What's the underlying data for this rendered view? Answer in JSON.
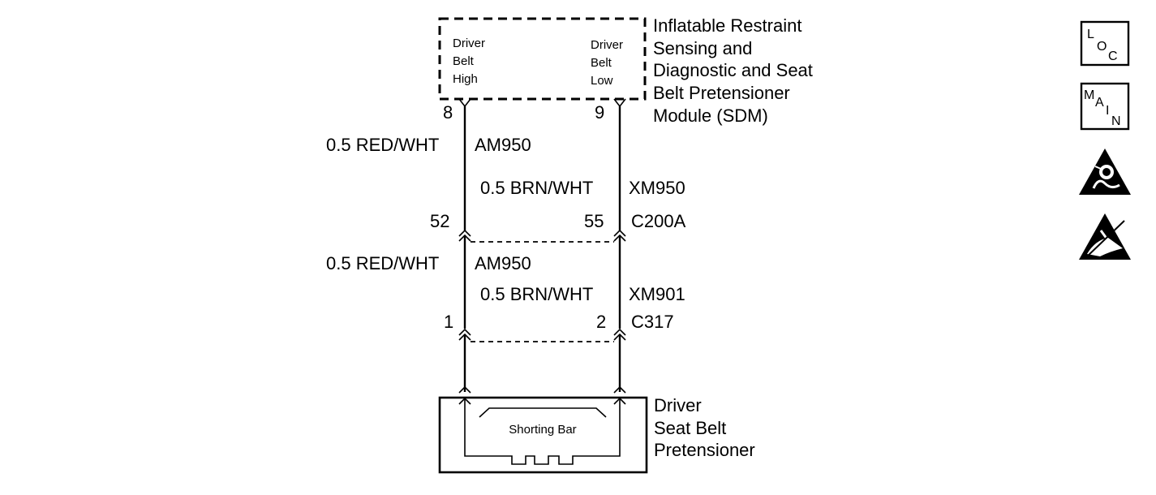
{
  "sdm": {
    "name_lines": [
      "Inflatable Restraint",
      "Sensing and",
      "Diagnostic and Seat",
      "Belt Pretensioner",
      "Module (SDM)"
    ],
    "left_circuit_lines": [
      "Driver",
      "Belt",
      "High"
    ],
    "right_circuit_lines": [
      "Driver",
      "Belt",
      "Low"
    ],
    "left_pin": "8",
    "right_pin": "9"
  },
  "wires_upper": {
    "left_wire": "0.5 RED/WHT",
    "left_circuit": "AM950",
    "right_wire": "0.5 BRN/WHT",
    "right_circuit": "XM950"
  },
  "connector_c200a": {
    "left_pin": "52",
    "right_pin": "55",
    "name": "C200A"
  },
  "wires_middle": {
    "left_wire": "0.5 RED/WHT",
    "left_circuit": "AM950",
    "right_wire": "0.5 BRN/WHT",
    "right_circuit": "XM901"
  },
  "connector_c317": {
    "left_pin": "1",
    "right_pin": "2",
    "name": "C317"
  },
  "pretensioner": {
    "name_lines": [
      "Driver",
      "Seat Belt",
      "Pretensioner"
    ],
    "shorting_bar_label": "Shorting Bar"
  },
  "side_icons": {
    "loc": {
      "letters": [
        "L",
        "O",
        "C"
      ],
      "icon": "location-view-icon"
    },
    "main": {
      "letters": [
        "M",
        "A",
        "I",
        "N"
      ],
      "icon": "main-view-icon"
    },
    "airbag_warning": {
      "icon": "airbag-warning-icon"
    },
    "esd_warning": {
      "icon": "esd-warning-icon"
    }
  }
}
